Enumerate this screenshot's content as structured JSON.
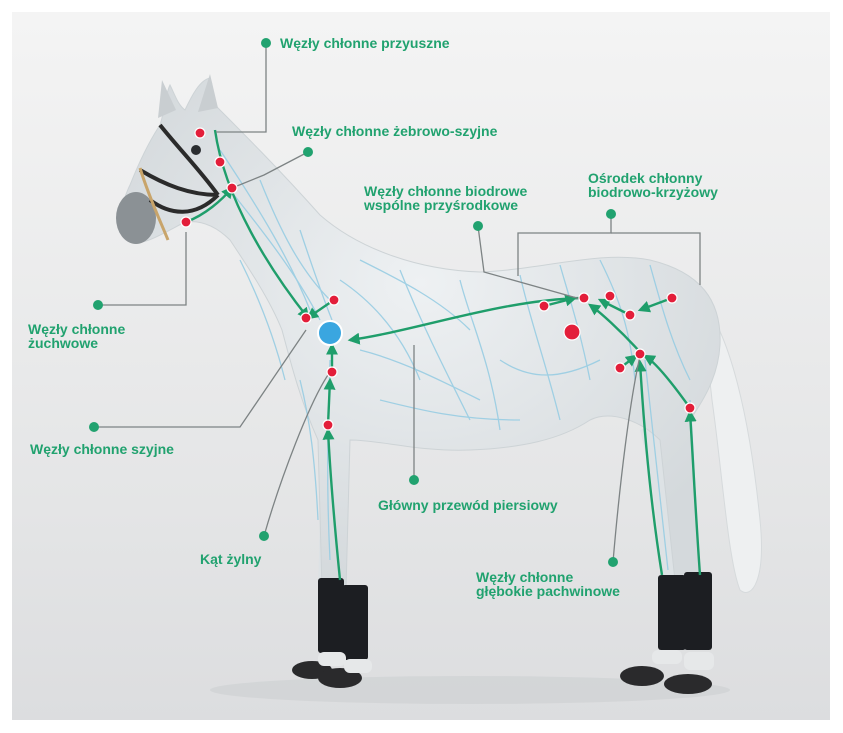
{
  "colors": {
    "label": "#21a26f",
    "leader": "#7d8384",
    "lymph_line": "#1f9e6b",
    "node": "#e31e3a",
    "angle_node": "#3aa6e0",
    "vessel": "#98cde3",
    "horse_body": "#e8ecee",
    "boot": "#1c1e22"
  },
  "labels": {
    "parotid": "Węzły chłonne przyuszne",
    "costocervical": "Węzły chłonne żebrowo-szyjne",
    "medial_iliac_1": "Węzły chłonne biodrowe",
    "medial_iliac_2": "wspólne przyśrodkowe",
    "iliosacral_1": "Ośrodek chłonny",
    "iliosacral_2": "biodrowo-krzyżowy",
    "mandibular_1": "Węzły chłonne",
    "mandibular_2": "żuchwowe",
    "cervical": "Węzły chłonne szyjne",
    "thoracic_duct": "Główny przewód piersiowy",
    "venous_angle": "Kąt żylny",
    "inguinal_1": "Węzły chłonne",
    "inguinal_2": "głębokie pachwinowe"
  }
}
